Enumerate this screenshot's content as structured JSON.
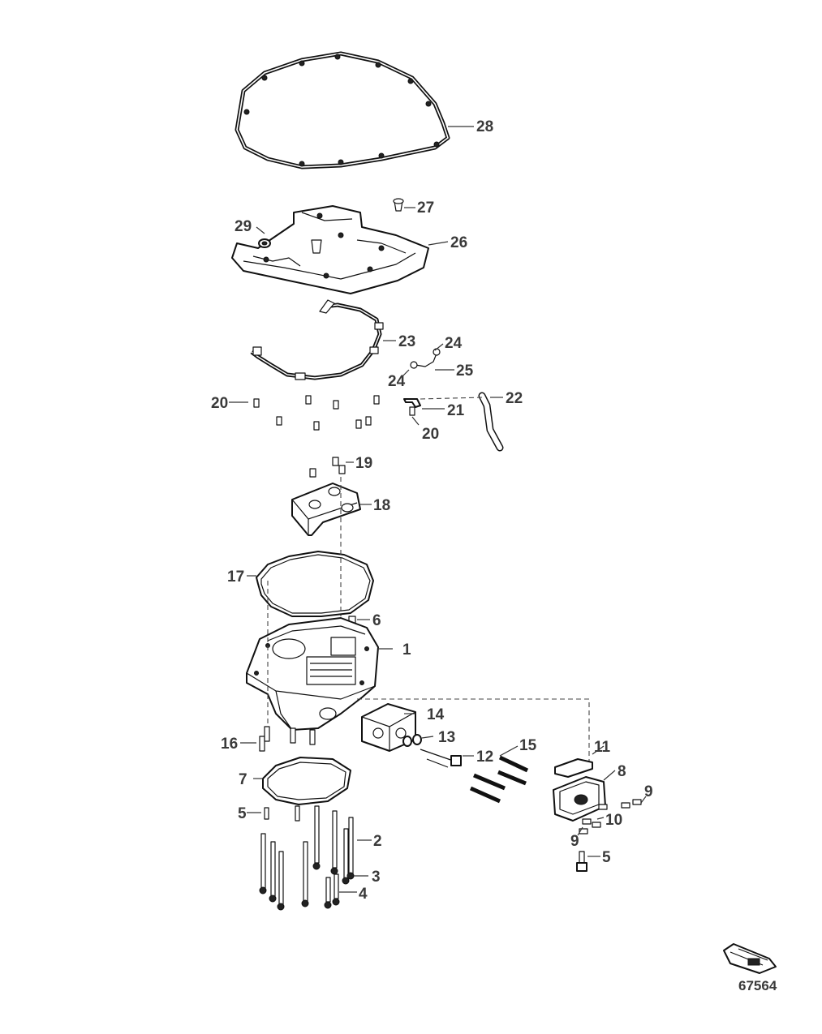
{
  "figure_number": "67564",
  "callouts": [
    {
      "id": "28",
      "text": "28"
    },
    {
      "id": "27",
      "text": "27"
    },
    {
      "id": "29",
      "text": "29"
    },
    {
      "id": "26",
      "text": "26"
    },
    {
      "id": "23",
      "text": "23"
    },
    {
      "id": "24a",
      "text": "24"
    },
    {
      "id": "24b",
      "text": "24"
    },
    {
      "id": "25",
      "text": "25"
    },
    {
      "id": "20a",
      "text": "20"
    },
    {
      "id": "22",
      "text": "22"
    },
    {
      "id": "21",
      "text": "21"
    },
    {
      "id": "20b",
      "text": "20"
    },
    {
      "id": "19",
      "text": "19"
    },
    {
      "id": "18",
      "text": "18"
    },
    {
      "id": "17",
      "text": "17"
    },
    {
      "id": "6",
      "text": "6"
    },
    {
      "id": "1",
      "text": "1"
    },
    {
      "id": "14",
      "text": "14"
    },
    {
      "id": "13",
      "text": "13"
    },
    {
      "id": "16",
      "text": "16"
    },
    {
      "id": "15",
      "text": "15"
    },
    {
      "id": "12",
      "text": "12"
    },
    {
      "id": "11",
      "text": "11"
    },
    {
      "id": "8",
      "text": "8"
    },
    {
      "id": "7",
      "text": "7"
    },
    {
      "id": "9a",
      "text": "9"
    },
    {
      "id": "10",
      "text": "10"
    },
    {
      "id": "5a",
      "text": "5"
    },
    {
      "id": "2",
      "text": "2"
    },
    {
      "id": "9b",
      "text": "9"
    },
    {
      "id": "5b",
      "text": "5"
    },
    {
      "id": "3",
      "text": "3"
    },
    {
      "id": "4",
      "text": "4"
    }
  ]
}
